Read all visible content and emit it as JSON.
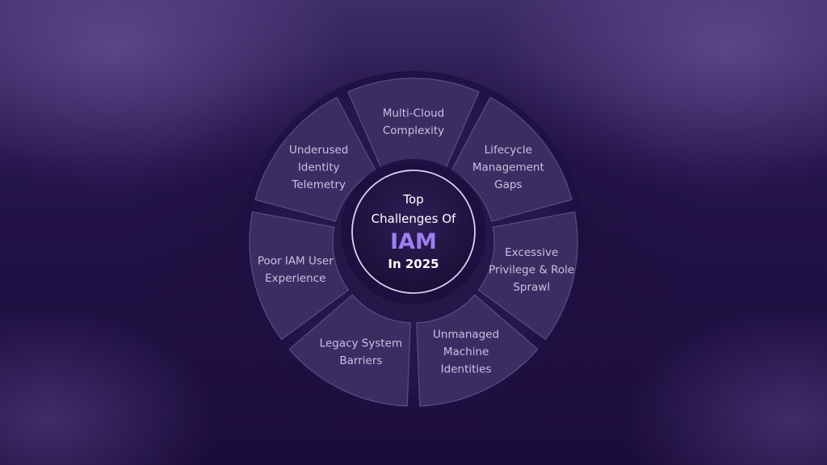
{
  "center": {
    "line1": "Top",
    "line2": "Challenges Of",
    "highlight": "IAM",
    "line4": "In 2025"
  },
  "segments": [
    {
      "lines": [
        "Multi-Cloud",
        "Complexity"
      ]
    },
    {
      "lines": [
        "Lifecycle",
        "Management",
        "Gaps"
      ]
    },
    {
      "lines": [
        "Excessive",
        "Privilege & Role",
        "Sprawl"
      ]
    },
    {
      "lines": [
        "Unmanaged",
        "Machine",
        "Identities"
      ]
    },
    {
      "lines": [
        "Legacy System",
        "Barriers"
      ]
    },
    {
      "lines": [
        "Poor IAM User",
        "Experience"
      ]
    },
    {
      "lines": [
        "Underused",
        "Identity",
        "Telemetry"
      ]
    }
  ],
  "colors": {
    "segment_fill": "#3b2d62",
    "segment_stroke": "#5b4c85",
    "highlight": "#9d7ff2",
    "label": "#c9c1e0"
  }
}
